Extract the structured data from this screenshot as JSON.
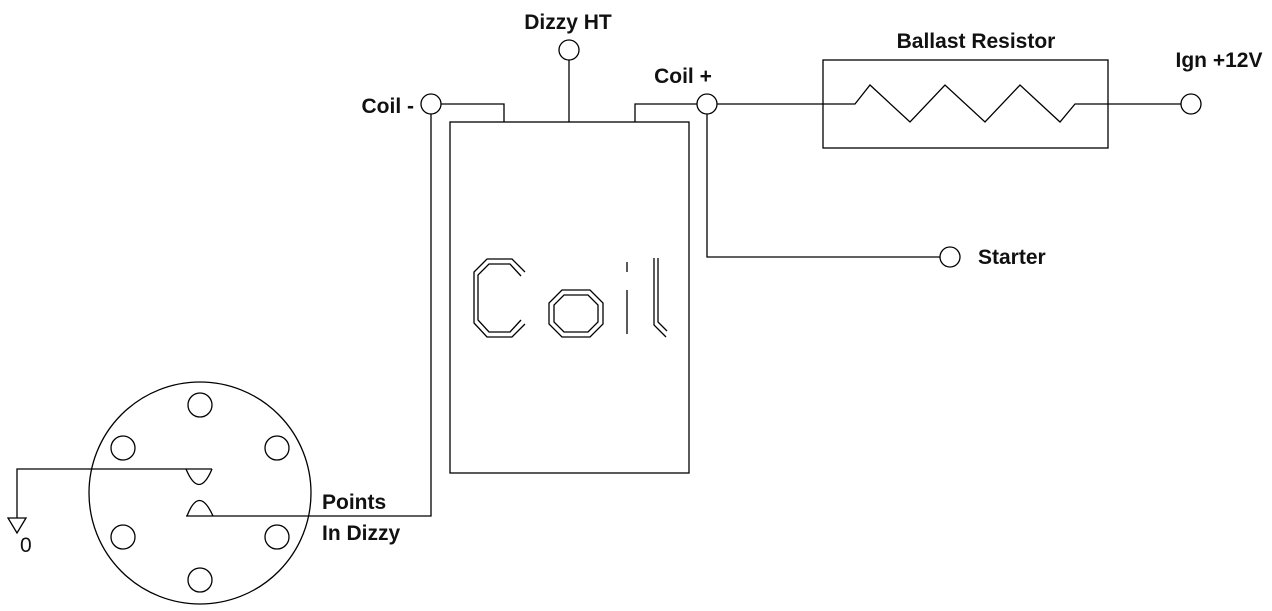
{
  "labels": {
    "dizzy_ht": "Dizzy HT",
    "coil_minus": "Coil -",
    "coil_plus": "Coil +",
    "ballast_resistor": "Ballast Resistor",
    "ign": "Ign +12V",
    "starter": "Starter",
    "points_line1": "Points",
    "points_line2": "In Dizzy",
    "ground": "0",
    "coil_body": "Coil"
  },
  "colors": {
    "line": "#000000",
    "background": "#ffffff"
  }
}
